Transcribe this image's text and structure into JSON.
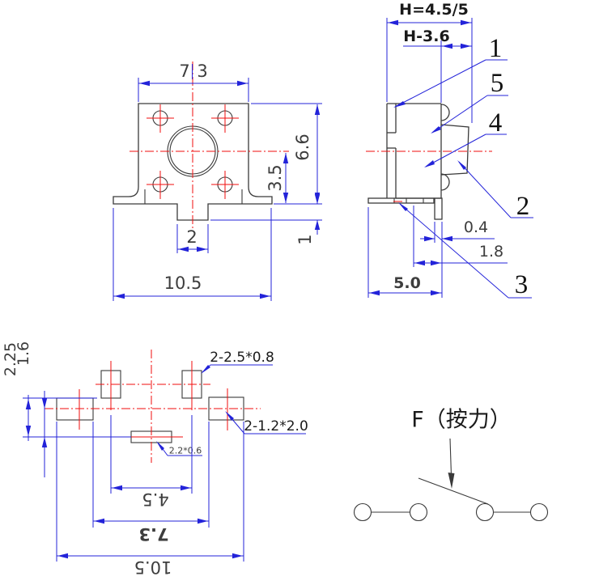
{
  "colors": {
    "dimension_blue": "#2323d9",
    "centerline_red": "#f20d0d",
    "object_line": "#3a3a3a",
    "dim_text": "#3d3d3d"
  },
  "front_view": {
    "dim_width_top_left": "7",
    "dim_width_top_right": "3",
    "dim_body_height": "6.6",
    "dim_center_to_base": "3.5",
    "dim_stem_width": "2",
    "dim_stem_height": "1",
    "dim_overall_width": "10.5"
  },
  "side_view": {
    "dim_overall_height": "H=4.5/5",
    "dim_upper_height": "H-3.6",
    "part_labels": {
      "p1": "1",
      "p2": "2",
      "p3": "3",
      "p4": "4",
      "p5": "5"
    },
    "dim_pin_thickness": "0.4",
    "dim_pin_offset": "1.8",
    "dim_base_depth": "5.0"
  },
  "footprint_view": {
    "dim_row_to_slot": "2.25",
    "dim_center_to_slot": "1.6",
    "label_small_pads": "2-2.5*0.8",
    "label_large_pads": "2-1.2*2.0",
    "label_center_slot": "2.2*0.6",
    "dim_small_pad_pitch": "4.5",
    "dim_large_pad_gap": "7.3",
    "dim_overall_span": "10.5"
  },
  "schematic": {
    "force_label": "F（按力）"
  }
}
